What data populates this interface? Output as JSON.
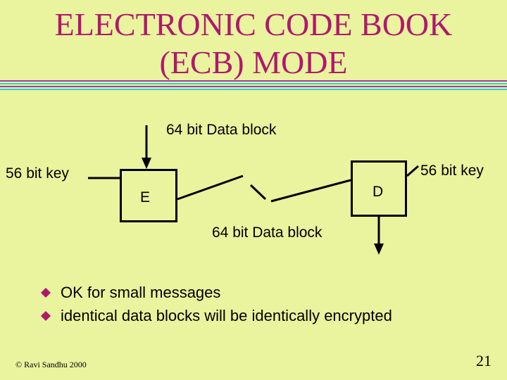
{
  "title": {
    "line1": "ELECTRONIC CODE BOOK",
    "line2": "(ECB)  MODE"
  },
  "colors": {
    "title": "#b0186e",
    "background": "#eaf39e",
    "rule_cyan": "#2ad0e0",
    "rule_purple": "#a03aa8",
    "bullet": "#b0186e"
  },
  "diagram": {
    "encrypt": {
      "input_label": "64 bit Data block",
      "key_label": "56 bit key",
      "box_label": "E"
    },
    "decrypt": {
      "key_label": "56 bit key",
      "box_label": "D",
      "output_label": "64 bit Data block"
    }
  },
  "bullets": [
    {
      "icon": "diamond-bullet-icon",
      "text": "OK for small messages"
    },
    {
      "icon": "diamond-bullet-icon",
      "text": "identical data blocks will be identically encrypted"
    }
  ],
  "footer": {
    "copyright": "© Ravi Sandhu 2000",
    "page_number": "21"
  }
}
